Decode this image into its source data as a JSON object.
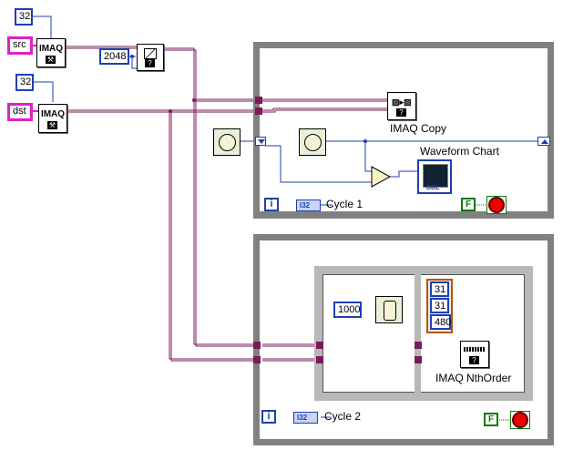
{
  "constants": {
    "src_width": "32",
    "dst_width": "32",
    "buffer_size": "2048",
    "src_name": "src",
    "dst_name": "dst",
    "wait_ms": "1000",
    "nth_x": "31",
    "nth_y": "31",
    "nth_order": "480"
  },
  "functions": {
    "imaq_create_label": "IMAQ",
    "imaq_copy_label": "IMAQ Copy",
    "waveform_chart_label": "Waveform Chart",
    "imaq_nthorder_label": "IMAQ NthOrder"
  },
  "loops": {
    "cycle1_label": "Cycle 1",
    "cycle2_label": "Cycle 2",
    "iter_symbol": "i",
    "i32_tag": "I32",
    "false_symbol": "F"
  },
  "colors": {
    "wire_image": "#7a1a5a",
    "wire_numeric": "#1f3fb0",
    "path_constant": "#e020c8",
    "frame": "#808080"
  }
}
